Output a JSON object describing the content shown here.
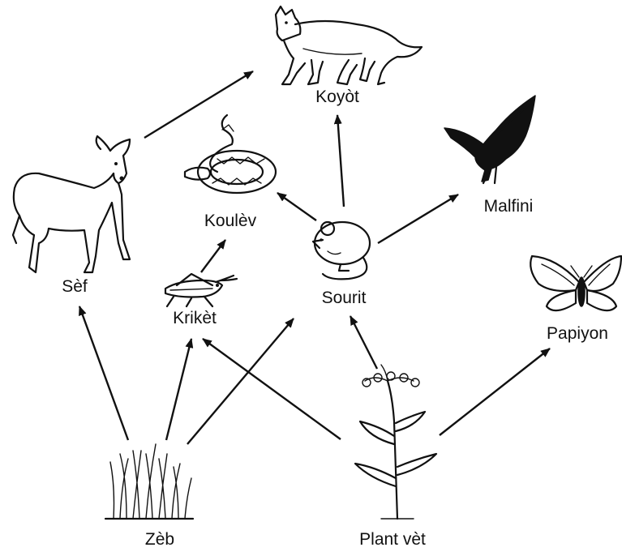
{
  "nodes": {
    "koyot": "Koyòt",
    "malfini": "Malfini",
    "koulev": "Koulèv",
    "sef": "Sèf",
    "sourit": "Sourit",
    "kriket": "Krikèt",
    "papiyon": "Papiyon",
    "zeb": "Zèb",
    "plant_vet": "Plant vèt"
  },
  "edges": [
    {
      "from": "Zèb",
      "to": "Sèf"
    },
    {
      "from": "Zèb",
      "to": "Krikèt"
    },
    {
      "from": "Zèb",
      "to": "Sourit"
    },
    {
      "from": "Plant vèt",
      "to": "Krikèt"
    },
    {
      "from": "Plant vèt",
      "to": "Sourit"
    },
    {
      "from": "Plant vèt",
      "to": "Papiyon"
    },
    {
      "from": "Sèf",
      "to": "Koyòt"
    },
    {
      "from": "Krikèt",
      "to": "Koulèv"
    },
    {
      "from": "Sourit",
      "to": "Koulèv"
    },
    {
      "from": "Sourit",
      "to": "Koyòt"
    },
    {
      "from": "Sourit",
      "to": "Malfini"
    }
  ],
  "colors": {
    "ink": "#111111",
    "background": "#ffffff"
  }
}
